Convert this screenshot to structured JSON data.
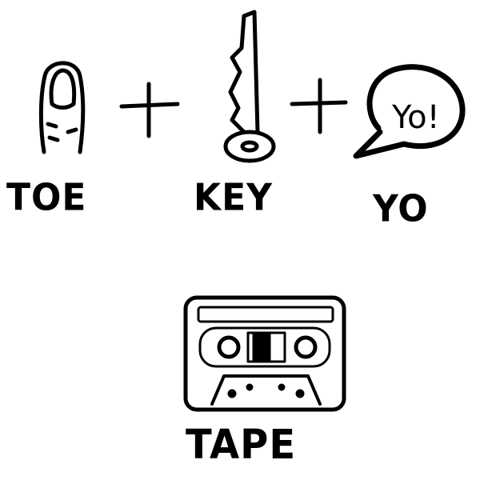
{
  "rebus": {
    "words": [
      "TOE",
      "KEY",
      "YO"
    ],
    "plus": "+",
    "bubble_text": "Yo!",
    "answer": "TAPE"
  },
  "icons": [
    "toe-icon",
    "key-icon",
    "speech-bubble-icon",
    "cassette-tape-icon"
  ]
}
